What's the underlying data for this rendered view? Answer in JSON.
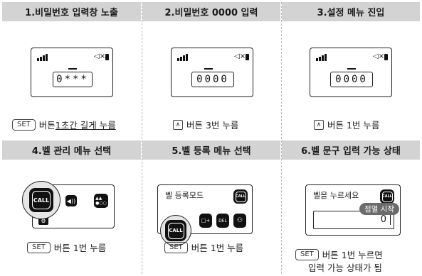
{
  "steps": [
    {
      "title": "1.비밀번호 입력창 노출",
      "display": "0***",
      "button": "SET",
      "caption_rest": "버튼 ",
      "caption_ul": "1초간 길게 누름"
    },
    {
      "title": "2.비밀번호 0000 입력",
      "display": "0000",
      "button": "∧",
      "caption_rest": "버튼 3번 누름"
    },
    {
      "title": "3.설정 메뉴 진입",
      "display": "0000",
      "button": "∧",
      "caption_rest": "버튼 1번 누름"
    },
    {
      "title": "4.벨 관리 메뉴 선택",
      "button": "SET",
      "caption_rest": "버튼 1번 누름",
      "call_label": "CALL"
    },
    {
      "title": "5.벨 등록 메뉴 선택",
      "button": "SET",
      "caption_rest": "버튼 1번 누름",
      "screen_label": "벨 등록모드",
      "call_label": "CALL",
      "del_label": "DEL"
    },
    {
      "title": "6.벨 문구 입력 가능 상태",
      "button": "SET",
      "caption_rest": "버튼 1번 누르면",
      "caption_line2": "입력 가능 상태가 됨",
      "screen_label": "벨을 누르세요",
      "badge": "점멸 시작",
      "input_value": "0",
      "call_label": "CALL"
    }
  ]
}
